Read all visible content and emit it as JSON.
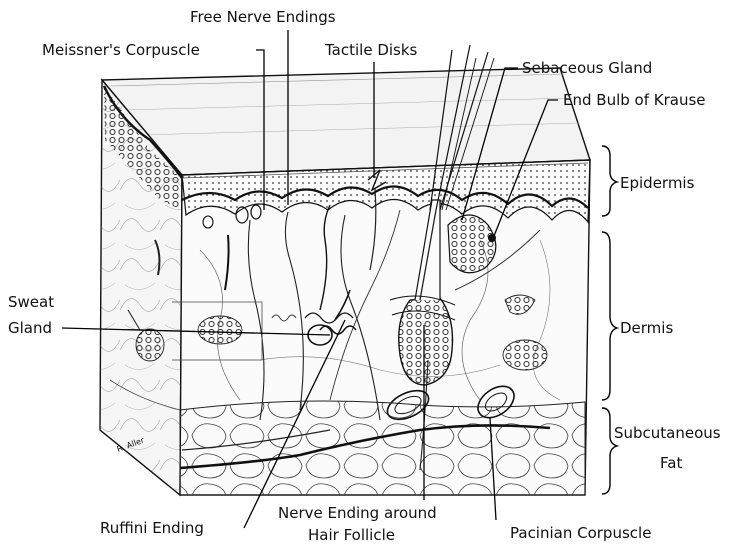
{
  "labels": {
    "free_nerve_endings": "Free Nerve Endings",
    "meissners_corpuscle": "Meissner's Corpuscle",
    "tactile_disks": "Tactile Disks",
    "sebaceous_gland": "Sebaceous Gland",
    "end_bulb_of_krause": "End Bulb of Krause",
    "sweat_gland_line1": "Sweat",
    "sweat_gland_line2": "Gland",
    "ruffini_ending": "Ruffini Ending",
    "nerve_ending_line1": "Nerve Ending around",
    "nerve_ending_line2": "Hair Follicle",
    "pacinian_corpuscle": "Pacinian Corpuscle",
    "epidermis": "Epidermis",
    "dermis": "Dermis",
    "subcutaneous_line1": "Subcutaneous",
    "subcutaneous_line2": "Fat"
  }
}
